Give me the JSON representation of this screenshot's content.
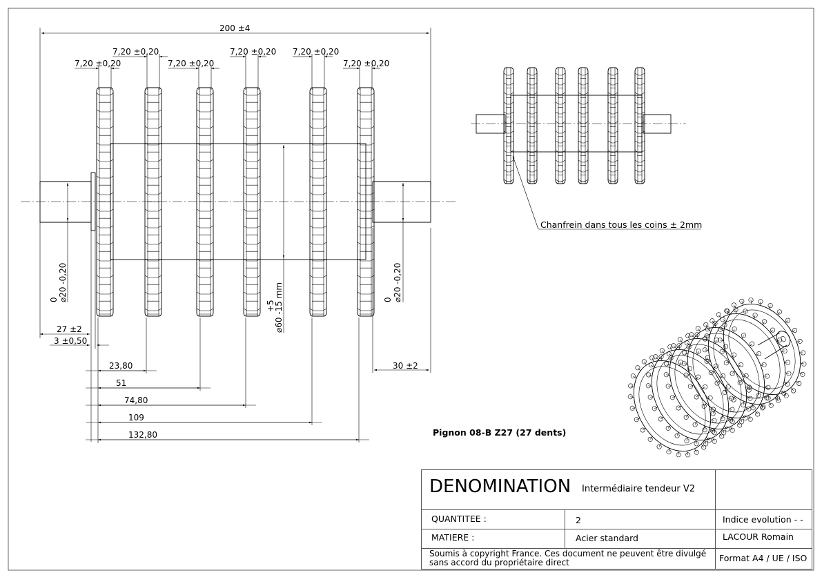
{
  "drawing": {
    "dimensions": {
      "overall_length": "200 ±4",
      "sprocket_width": "7,20 ±0,20",
      "shaft_left_length": "27 ±2",
      "collar": "3 ±0,50",
      "shaft_right_length": "30 ±2",
      "shaft_diameter_tol_upper": "0",
      "shaft_diameter": "⌀20 -0,20",
      "tube_diameter_tol_upper": "+5",
      "tube_diameter": "⌀60 -15 mm",
      "positions": [
        "23,80",
        "51",
        "74,80",
        "109",
        "132,80"
      ]
    },
    "chamfer_note": "Chanfrein dans tous les coins ± 2mm",
    "part_note": "Pignon 08-B  Z27 (27 dents)"
  },
  "title_block": {
    "denomination_label": "DENOMINATION",
    "denomination_value": "Intermédiaire tendeur V2",
    "quantity_label": "QUANTITEE :",
    "quantity_value": "2",
    "material_label": "MATIERE :",
    "material_value": "Acier standard",
    "revision": "Indice evolution - -",
    "author": "LACOUR Romain",
    "copyright": "Soumis à copyright France. Ces document ne peuvent être divulgé sans accord du propriétaire direct",
    "format": "Format A4 / UE / ISO"
  }
}
